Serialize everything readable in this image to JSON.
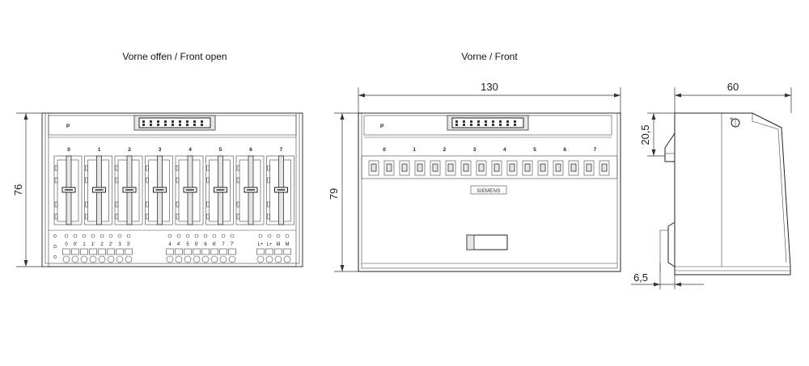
{
  "views": {
    "front_open": {
      "title": "Vorne offen / Front open",
      "height_dim": "76",
      "p_label": "P",
      "channels": [
        "0",
        "1",
        "2",
        "3",
        "4",
        "5",
        "6",
        "7"
      ],
      "terminals_group1": [
        "0",
        "0'",
        "1",
        "1'",
        "2",
        "2'",
        "3",
        "3'"
      ],
      "terminals_group2": [
        "4",
        "4'",
        "5",
        "5'",
        "6",
        "6'",
        "7",
        "7'"
      ],
      "terminals_group3": [
        "L+",
        "L+",
        "M",
        "M"
      ]
    },
    "front": {
      "title": "Vorne / Front",
      "width_dim": "130",
      "height_dim": "79",
      "p_label": "P",
      "channels": [
        "0",
        "1",
        "2",
        "3",
        "4",
        "5",
        "6",
        "7"
      ],
      "brand": "SIEMENS"
    },
    "side": {
      "depth_dim": "60",
      "top_dim": "20,5",
      "bottom_dim": "6,5"
    }
  }
}
